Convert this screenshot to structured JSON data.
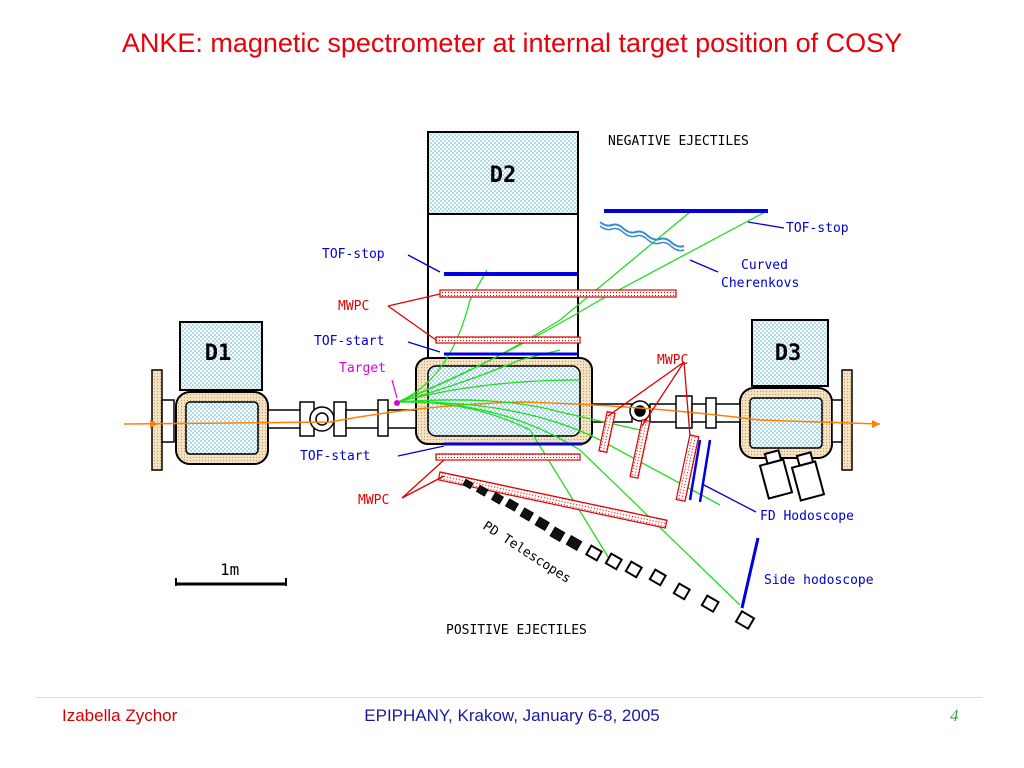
{
  "slide": {
    "title": "ANKE: magnetic spectrometer at internal target position of COSY"
  },
  "diagram": {
    "magnets": {
      "d1": "D1",
      "d2": "D2",
      "d3": "D3"
    },
    "labels": {
      "negative_ejectiles": "NEGATIVE EJECTILES",
      "positive_ejectiles": "POSITIVE EJECTILES",
      "tof_stop_right": "TOF-stop",
      "curved_cherenkovs_line1": "Curved",
      "curved_cherenkovs_line2": "Cherenkovs",
      "tof_stop_left": "TOF-stop",
      "mwpc_upper": "MWPC",
      "tof_start_upper": "TOF-start",
      "target": "Target",
      "mwpc_forward": "MWPC",
      "tof_start_lower": "TOF-start",
      "mwpc_lower": "MWPC",
      "fd_hodoscope": "FD Hodoscope",
      "pd_telescopes": "PD Telescopes",
      "side_hodoscope": "Side hodoscope",
      "scale": "1m"
    },
    "colors": {
      "label_blue": "#0000d0",
      "label_red": "#e00000",
      "target_magenta": "#e000e0",
      "track_green": "#22dd22",
      "beam_orange": "#ff8000",
      "detector_blue": "#0000e0",
      "mwpc_red": "#e00000"
    }
  },
  "footer": {
    "author": "Izabella Zychor",
    "event": "EPIPHANY, Krakow, January 6-8, 2005",
    "page": "4"
  }
}
